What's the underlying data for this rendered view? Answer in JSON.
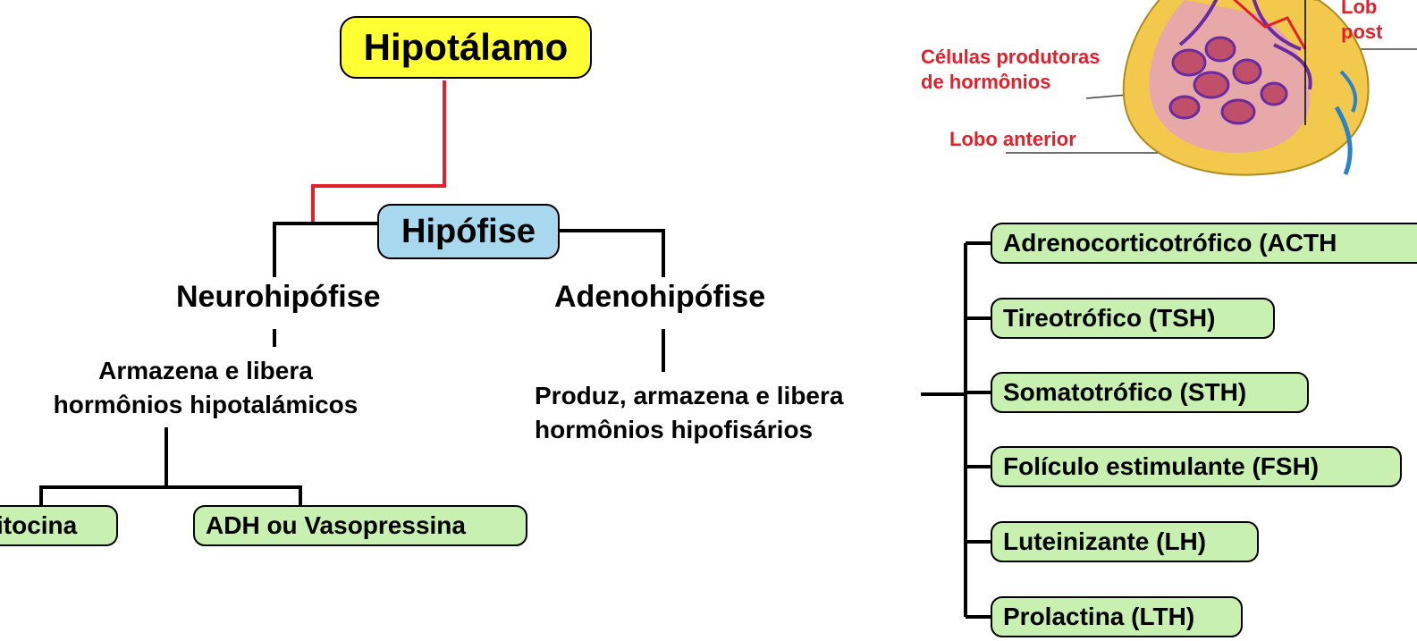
{
  "root": {
    "label": "Hipotálamo"
  },
  "center": {
    "label": "Hipófise"
  },
  "neuro": {
    "label": "Neurohipófise",
    "function_line1": "Armazena e libera",
    "function_line2": "hormônios hipotalámicos",
    "hormones": [
      "itocina",
      "ADH ou Vasopressina"
    ]
  },
  "adeno": {
    "label": "Adenohipófise",
    "function_line1": "Produz, armazena e libera",
    "function_line2": "hormônios hipofisários",
    "hormones": [
      "Adrenocorticotrófico (ACTH",
      "Tireotrófico (TSH)",
      "Somatotrófico (STH)",
      "Folículo estimulante (FSH)",
      "Luteinizante (LH)",
      "Prolactina (LTH)"
    ]
  },
  "illustration": {
    "label_cells_line1": "Células produtoras",
    "label_cells_line2": "de hormônios",
    "label_anterior": "Lobo anterior",
    "label_posterior_line1": "Lob",
    "label_posterior_line2": "post"
  },
  "colors": {
    "root_fill": "#ffff33",
    "center_fill": "#a8d8ee",
    "leaf_fill": "#c8f0b0",
    "connector_red": "#e0202a",
    "annotation_red": "#e0202a",
    "gland_outer": "#f2c94c",
    "gland_vessels": "#6a2aa0",
    "gland_cells": "#c0506a"
  }
}
